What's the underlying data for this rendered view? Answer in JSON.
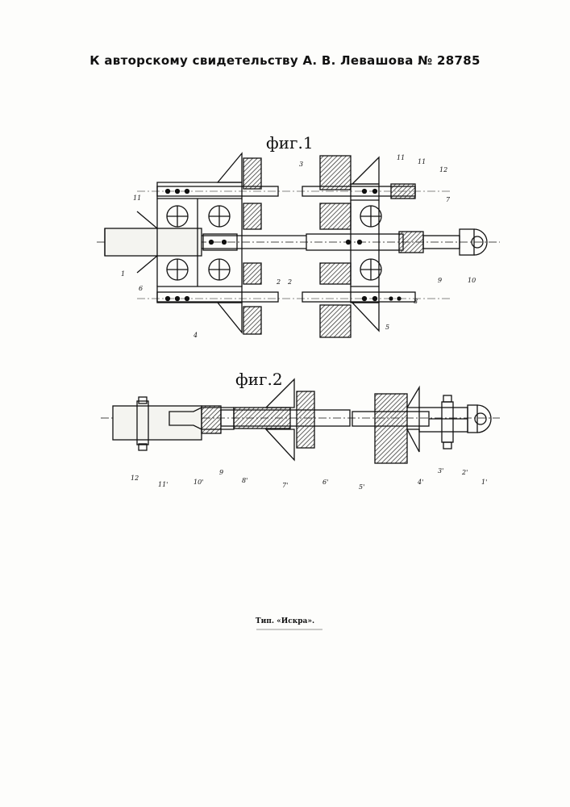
{
  "document": {
    "header": "К авторскому свидетельству А. В. Левашова № 28785",
    "figures": [
      {
        "title": "фиг.1",
        "labels": [
          "11",
          "1",
          "6",
          "4",
          "2",
          "2",
          "3",
          "11",
          "11",
          "12",
          "7",
          "9",
          "10",
          "8",
          "5"
        ]
      },
      {
        "title": "фиг.2",
        "labels": [
          "12",
          "11'",
          "10'",
          "9",
          "8'",
          "7'",
          "6'",
          "5'",
          "4'",
          "3'",
          "2'",
          "1'"
        ]
      }
    ],
    "printer": "Тип. «Искра»."
  }
}
